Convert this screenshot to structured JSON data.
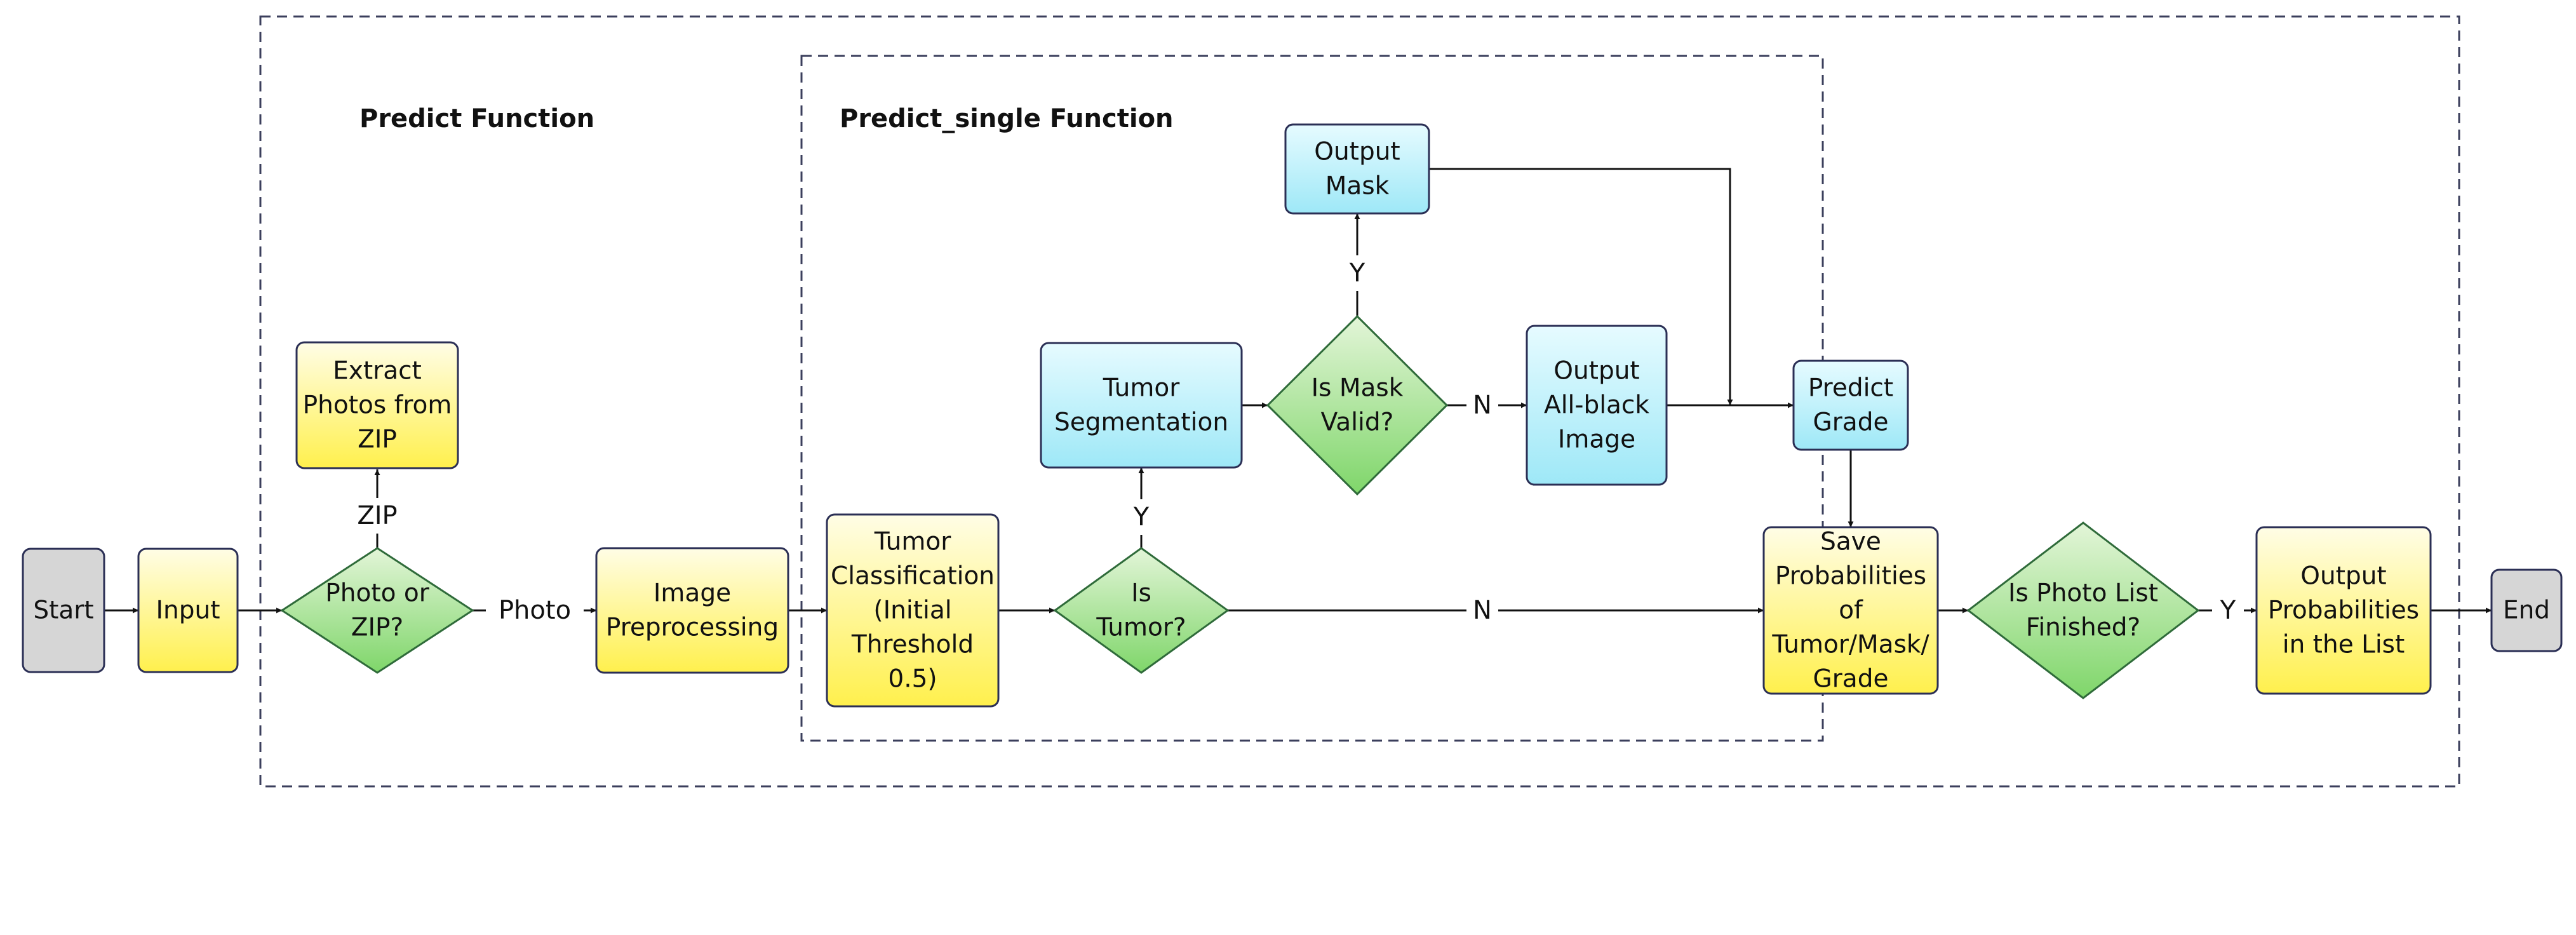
{
  "groups": {
    "predict": {
      "title": "Predict Function"
    },
    "predict_single": {
      "title": "Predict_single Function"
    }
  },
  "nodes": {
    "start": {
      "lines": [
        "Start"
      ]
    },
    "input": {
      "lines": [
        "Input"
      ]
    },
    "photo_or_zip": {
      "lines": [
        "Photo or",
        "ZIP?"
      ]
    },
    "extract": {
      "lines": [
        "Extract",
        "Photos from",
        "ZIP"
      ]
    },
    "preprocess": {
      "lines": [
        "Image",
        "Preprocessing"
      ]
    },
    "classification": {
      "lines": [
        "Tumor",
        "Classification",
        "(Initial",
        "Threshold",
        "0.5)"
      ]
    },
    "is_tumor": {
      "lines": [
        "Is",
        "Tumor?"
      ]
    },
    "segmentation": {
      "lines": [
        "Tumor",
        "Segmentation"
      ]
    },
    "mask_valid": {
      "lines": [
        "Is Mask",
        "Valid?"
      ]
    },
    "output_mask": {
      "lines": [
        "Output",
        "Mask"
      ]
    },
    "all_black": {
      "lines": [
        "Output",
        "All-black",
        "Image"
      ]
    },
    "predict_grade": {
      "lines": [
        "Predict",
        "Grade"
      ]
    },
    "save_probs": {
      "lines": [
        "Save",
        "Probabilities",
        "of",
        "Tumor/Mask/",
        "Grade"
      ]
    },
    "list_finished": {
      "lines": [
        "Is Photo List",
        "Finished?"
      ]
    },
    "output_probs": {
      "lines": [
        "Output",
        "Probabilities",
        "in the List"
      ]
    },
    "end": {
      "lines": [
        "End"
      ]
    }
  },
  "edge_labels": {
    "zip": "ZIP",
    "photo": "Photo",
    "tumor_yes": "Y",
    "tumor_no": "N",
    "mask_yes": "Y",
    "mask_no": "N",
    "finished_yes": "Y"
  },
  "colors": {
    "yellow_top": "#fffde6",
    "yellow_bottom": "#fff04d",
    "blue_top": "#e6fbff",
    "blue_bottom": "#9ee8f7",
    "green_top": "#e3f5d8",
    "green_bottom": "#7fd66a",
    "gray": "#d6d6d6"
  }
}
